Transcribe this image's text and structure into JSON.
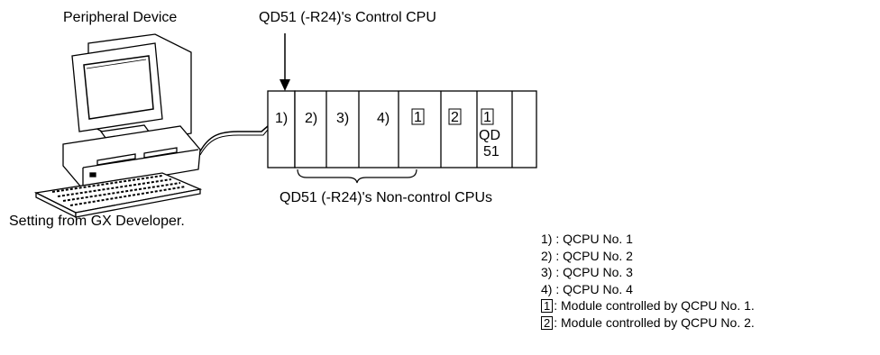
{
  "labels": {
    "peripheral_device": "Peripheral Device",
    "control_cpu": "QD51 (-R24)'s Control CPU",
    "non_control_cpus": "QD51 (-R24)'s Non-control CPUs",
    "setting_from": "Setting from GX Developer."
  },
  "rack": {
    "slots": [
      {
        "text": "1)",
        "boxed": false
      },
      {
        "text": "2)",
        "boxed": false
      },
      {
        "text": "3)",
        "boxed": false
      },
      {
        "text": "4)",
        "boxed": false
      },
      {
        "text": "1",
        "boxed": true
      },
      {
        "text": "2",
        "boxed": true
      },
      {
        "text": "1",
        "boxed": true,
        "sub1": "QD",
        "sub2": "51"
      }
    ]
  },
  "legend": [
    {
      "key": "1)",
      "boxed": false,
      "text": ": QCPU No. 1"
    },
    {
      "key": "2)",
      "boxed": false,
      "text": ": QCPU No. 2"
    },
    {
      "key": "3)",
      "boxed": false,
      "text": ": QCPU No. 3"
    },
    {
      "key": "4)",
      "boxed": false,
      "text": ": QCPU No. 4"
    },
    {
      "key": "1",
      "boxed": true,
      "text": ": Module controlled by QCPU No. 1."
    },
    {
      "key": "2",
      "boxed": true,
      "text": ": Module controlled by QCPU No. 2."
    }
  ]
}
